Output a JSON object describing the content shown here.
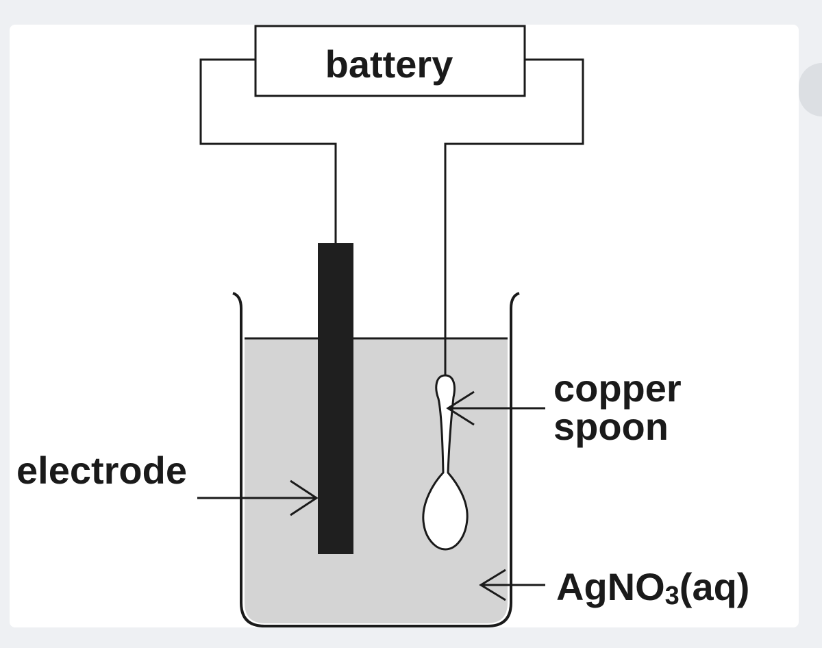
{
  "diagram": {
    "labels": {
      "battery": "battery",
      "electrode": "electrode",
      "copper_line1": "copper",
      "copper_line2": "spoon",
      "solution_main": "AgNO",
      "solution_sub": "3",
      "solution_tail": "(aq)"
    }
  },
  "colors": {
    "background": "#eef0f3",
    "card": "#ffffff",
    "solution": "#d4d4d4",
    "electrode": "#1f1f1f",
    "line": "#1a1a1a"
  }
}
